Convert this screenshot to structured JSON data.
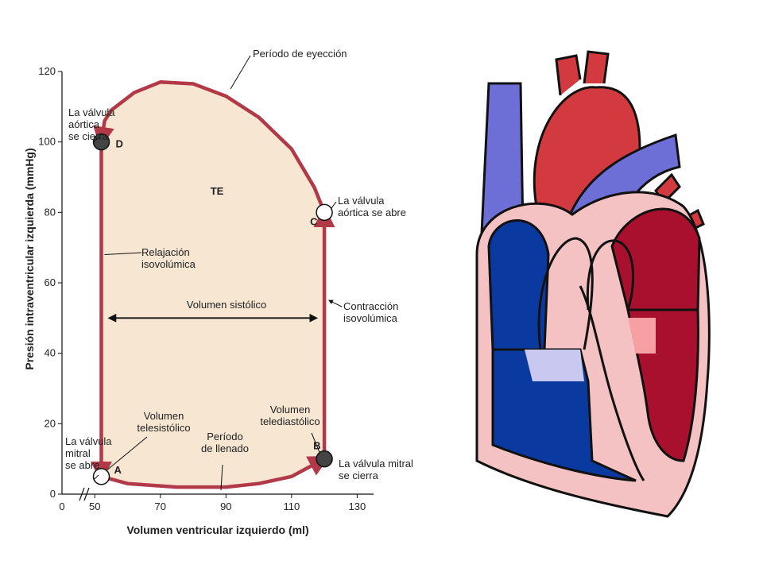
{
  "chart_data": {
    "type": "line",
    "title": "",
    "xlabel": "Volumen ventricular izquierdo (ml)",
    "ylabel": "Presión intraventricular izquierda (mmHg)",
    "xlim": [
      40,
      135
    ],
    "ylim": [
      0,
      120
    ],
    "x_ticks": [
      50,
      70,
      90,
      110,
      130
    ],
    "y_ticks": [
      0,
      20,
      40,
      60,
      80,
      100,
      120
    ],
    "x_origin_label": "0",
    "axis_break": true,
    "loop_color": "#b23a48",
    "fill_color": "#f6e6d2",
    "series": [
      {
        "name": "",
        "points": [
          [
            52,
            5
          ],
          [
            60,
            3
          ],
          [
            75,
            2
          ],
          [
            90,
            2
          ],
          [
            100,
            3
          ],
          [
            110,
            5
          ],
          [
            116,
            8
          ],
          [
            120,
            10
          ],
          [
            120,
            80
          ],
          [
            117,
            87
          ],
          [
            110,
            98
          ],
          [
            100,
            107
          ],
          [
            90,
            113
          ],
          [
            80,
            116.5
          ],
          [
            70,
            117
          ],
          [
            62,
            114
          ],
          [
            55,
            109
          ],
          [
            53,
            106
          ],
          [
            52,
            100
          ]
        ]
      }
    ],
    "points": [
      {
        "id": "A",
        "x": 52,
        "y": 5,
        "filled": false
      },
      {
        "id": "B",
        "x": 120,
        "y": 10,
        "filled": true
      },
      {
        "id": "C",
        "x": 120,
        "y": 80,
        "filled": false
      },
      {
        "id": "D",
        "x": 52,
        "y": 100,
        "filled": true
      }
    ],
    "annotations": {
      "te": "TE",
      "eyeccion": "Período de eyección",
      "aortica_cierra": [
        "La válvula",
        "aórtica",
        "se cierra"
      ],
      "aortica_abre": [
        "La válvula",
        "aórtica se abre"
      ],
      "relajacion": [
        "Relajación",
        "isovolúmica"
      ],
      "volumen_sistolico": "Volumen sistólico",
      "contraccion": [
        "Contracción",
        "isovolúmica"
      ],
      "mitral_abre": [
        "La válvula",
        "mitral",
        "se abre"
      ],
      "telesistolico": [
        "Volumen",
        "telesistólico"
      ],
      "llenado": [
        "Período",
        "de llenado"
      ],
      "telediastolico": [
        "Volumen",
        "telediastólico"
      ],
      "mitral_cierra": [
        "La válvula mitral",
        "se cierra"
      ]
    }
  },
  "heart": {
    "colors": {
      "red": "#d33a3f",
      "dark_red": "#a8102e",
      "blue": "#0a3aa0",
      "light_blue": "#6e6fd6",
      "pink": "#f5c2c4",
      "pale_blue": "#c9c8f0"
    }
  }
}
